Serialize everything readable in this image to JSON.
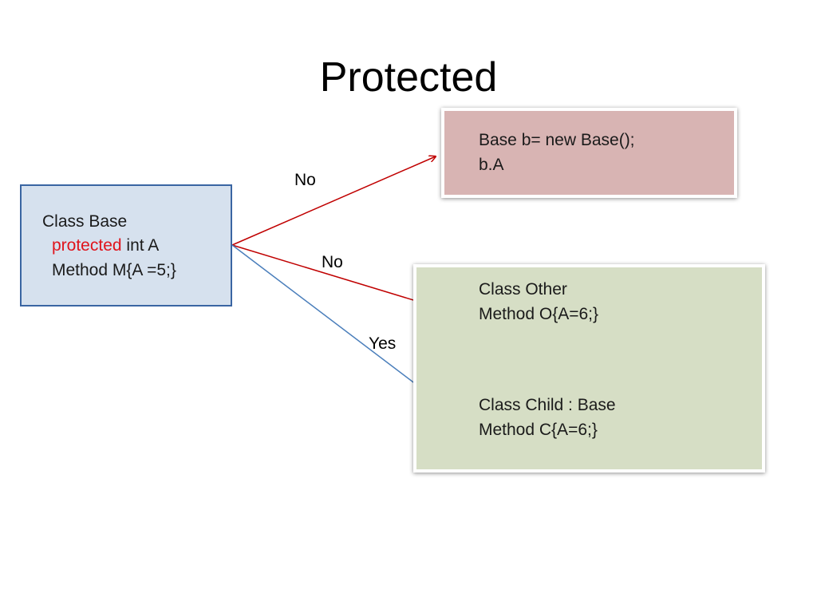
{
  "title": "Protected",
  "base_box": {
    "line1": "Class Base",
    "line2_keyword": "protected",
    "line2_rest": " int A",
    "line3": "Method M{A =5;}"
  },
  "pink_box": {
    "line1": "Base b= new Base();",
    "line2": "b.A"
  },
  "green_box": {
    "other_line1": "Class Other",
    "other_line2": "Method  O{A=6;}",
    "child_line1": "Class Child : Base",
    "child_line2": "Method  C{A=6;}"
  },
  "edges": [
    {
      "label": "No",
      "color": "#c00000",
      "target": "pink-box"
    },
    {
      "label": "No",
      "color": "#c00000",
      "target": "class-other"
    },
    {
      "label": "Yes",
      "color": "#4a7ebb",
      "target": "class-child"
    }
  ],
  "colors": {
    "keyword": "#e0141c",
    "base_fill": "#d6e1ee",
    "base_border": "#3a65a2",
    "pink_fill": "#d8b4b3",
    "green_fill": "#d6dec5"
  }
}
